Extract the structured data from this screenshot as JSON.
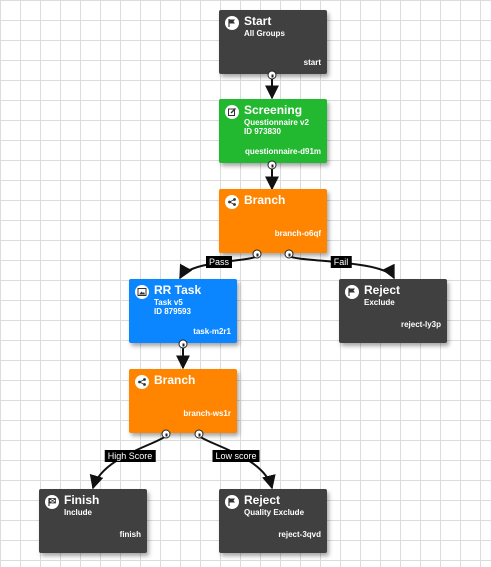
{
  "nodes": {
    "start": {
      "title": "Start",
      "sub": "All Groups",
      "slug": "start",
      "color": "#404040",
      "icon": "flag-icon"
    },
    "screen": {
      "title": "Screening",
      "sub": "Questionnaire v2",
      "sub2": "ID 973830",
      "slug": "questionnaire-d91m",
      "color": "#22b830",
      "icon": "edit-icon"
    },
    "branch1": {
      "title": "Branch",
      "slug": "branch-o6qf",
      "color": "#ff8400",
      "icon": "share-icon"
    },
    "rrtask": {
      "title": "RR Task",
      "sub": "Task v5",
      "sub2": "ID 879593",
      "slug": "task-m2r1",
      "color": "#0b86ff",
      "icon": "image-icon"
    },
    "reject1": {
      "title": "Reject",
      "sub": "Exclude",
      "slug": "reject-ly3p",
      "color": "#404040",
      "icon": "flag-icon"
    },
    "branch2": {
      "title": "Branch",
      "slug": "branch-ws1r",
      "color": "#ff8400",
      "icon": "share-icon"
    },
    "finish": {
      "title": "Finish",
      "sub": "Include",
      "slug": "finish",
      "color": "#404040",
      "icon": "checkered-flag-icon"
    },
    "reject2": {
      "title": "Reject",
      "sub": "Quality Exclude",
      "slug": "reject-3qvd",
      "color": "#404040",
      "icon": "flag-icon"
    }
  },
  "edge_labels": {
    "pass": "Pass",
    "fail": "Fail",
    "high": "High Score",
    "low": "Low score"
  }
}
